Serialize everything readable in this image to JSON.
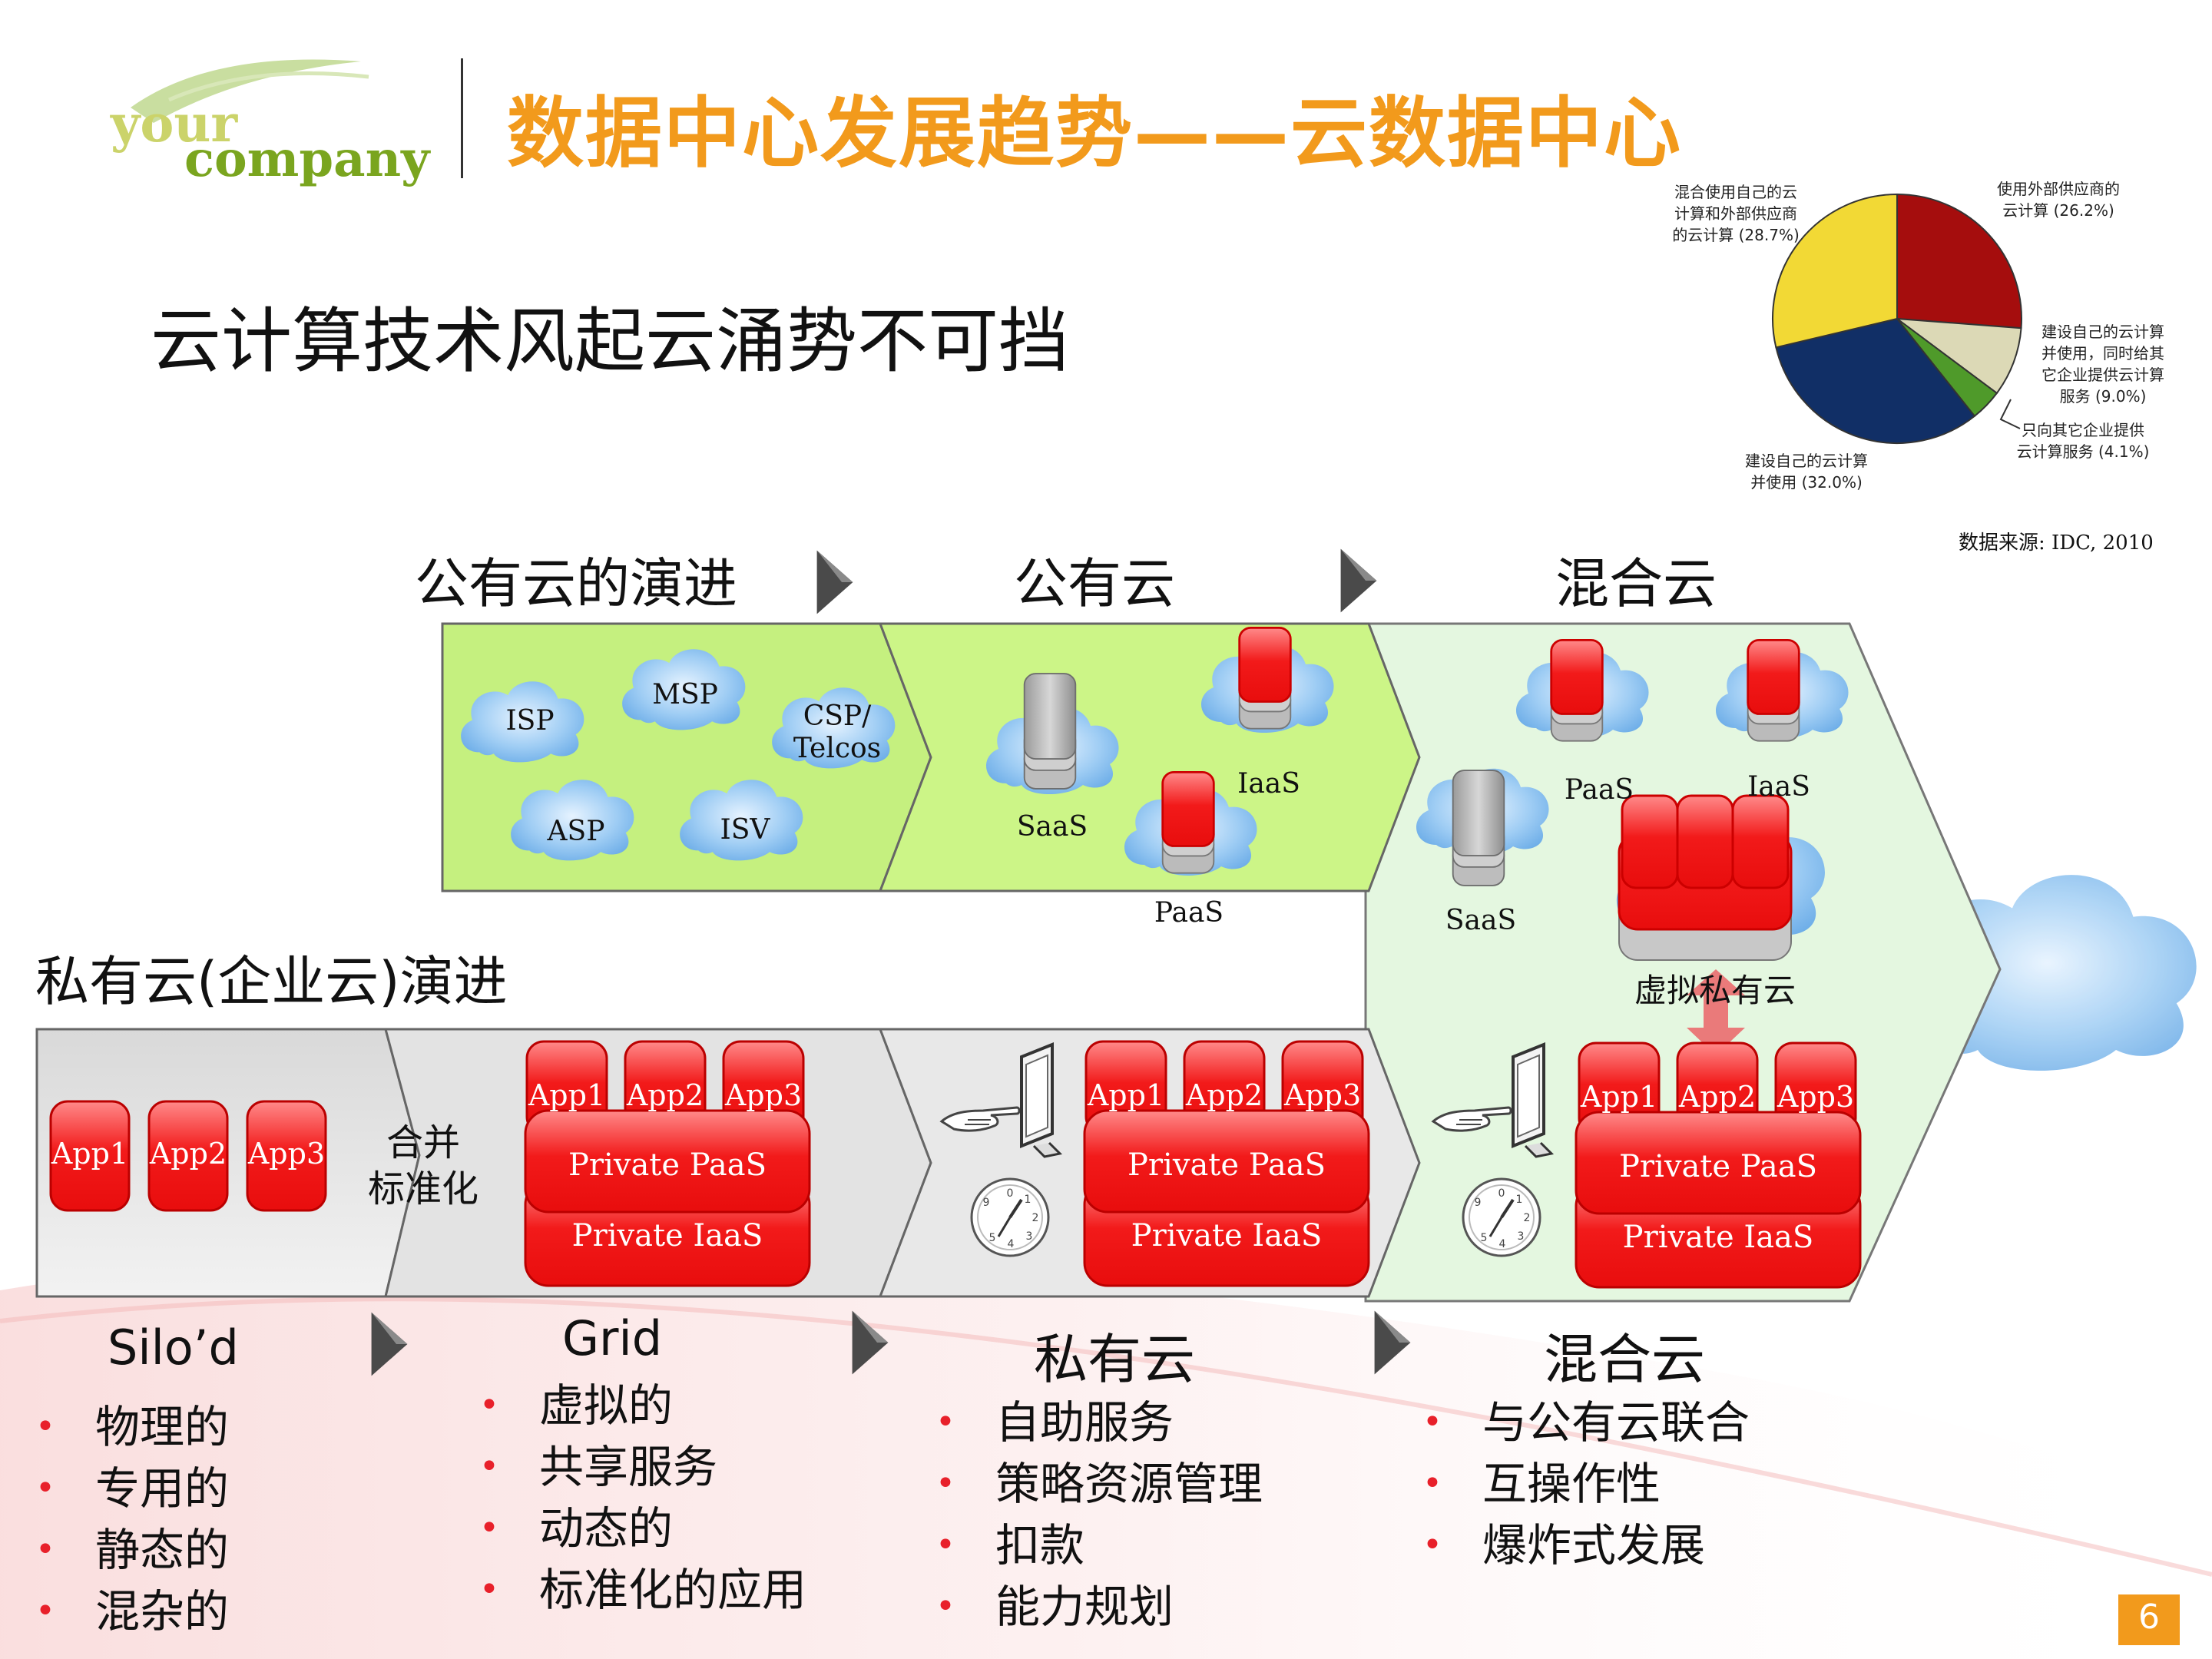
{
  "logo": {
    "line1": "your",
    "line2": "company"
  },
  "title": "数据中心发展趋势——云数据中心",
  "subtitle": "云计算技术风起云涌势不可挡",
  "pie": {
    "source": "数据来源: IDC, 2010",
    "labels": {
      "external": [
        "使用外部供应商的",
        "云计算 (26.2%)"
      ],
      "build_provide": [
        "建设自己的云计算",
        "并使用，同时给其",
        "它企业提供云计算",
        "服务 (9.0%)"
      ],
      "provide_only": [
        "只向其它企业提供",
        "云计算服务 (4.1%)"
      ],
      "build_use": [
        "建设自己的云计算",
        "并使用 (32.0%)"
      ],
      "hybrid": [
        "混合使用自己的云",
        "计算和外部供应商",
        "的云计算 (28.7%)"
      ]
    }
  },
  "chart_data": {
    "type": "pie",
    "categories": [
      "使用外部供应商的云计算",
      "建设自己的云计算并使用，同时给其它企业提供云计算服务",
      "只向其它企业提供云计算服务",
      "建设自己的云计算并使用",
      "混合使用自己的云计算和外部供应商的云计算"
    ],
    "values": [
      26.2,
      9.0,
      4.1,
      32.0,
      28.7
    ],
    "colors": [
      "#a50d0d",
      "#dcd9b6",
      "#4f9a2a",
      "#112f66",
      "#f2d935"
    ]
  },
  "public_section": {
    "stage1": "公有云的演进",
    "stage2": "公有云",
    "stage3": "混合云",
    "clouds": {
      "isp": "ISP",
      "msp": "MSP",
      "csp1": "CSP/",
      "csp2": "Telcos",
      "asp": "ASP",
      "isv": "ISV"
    },
    "labels": {
      "saas": "SaaS",
      "iaas": "IaaS",
      "paas": "PaaS"
    },
    "virtual_private": "虚拟私有云"
  },
  "private_section": {
    "title": "私有云(企业云)演进",
    "merge1": "合并",
    "merge2": "标准化",
    "apps": [
      "App1",
      "App2",
      "App3"
    ],
    "private_paas": "Private PaaS",
    "private_iaas": "Private IaaS"
  },
  "stages": [
    {
      "name": "Silo’d",
      "items": [
        "物理的",
        "专用的",
        "静态的",
        "混杂的"
      ]
    },
    {
      "name": "Grid",
      "items": [
        "虚拟的",
        "共享服务",
        "动态的",
        "标准化的应用"
      ]
    },
    {
      "name": "私有云",
      "items": [
        "自助服务",
        "策略资源管理",
        "扣款",
        "能力规划"
      ]
    },
    {
      "name": "混合云",
      "items": [
        "与公有云联合",
        "互操作性",
        "爆炸式发展"
      ]
    }
  ],
  "bullet": "•",
  "page_number": "6"
}
